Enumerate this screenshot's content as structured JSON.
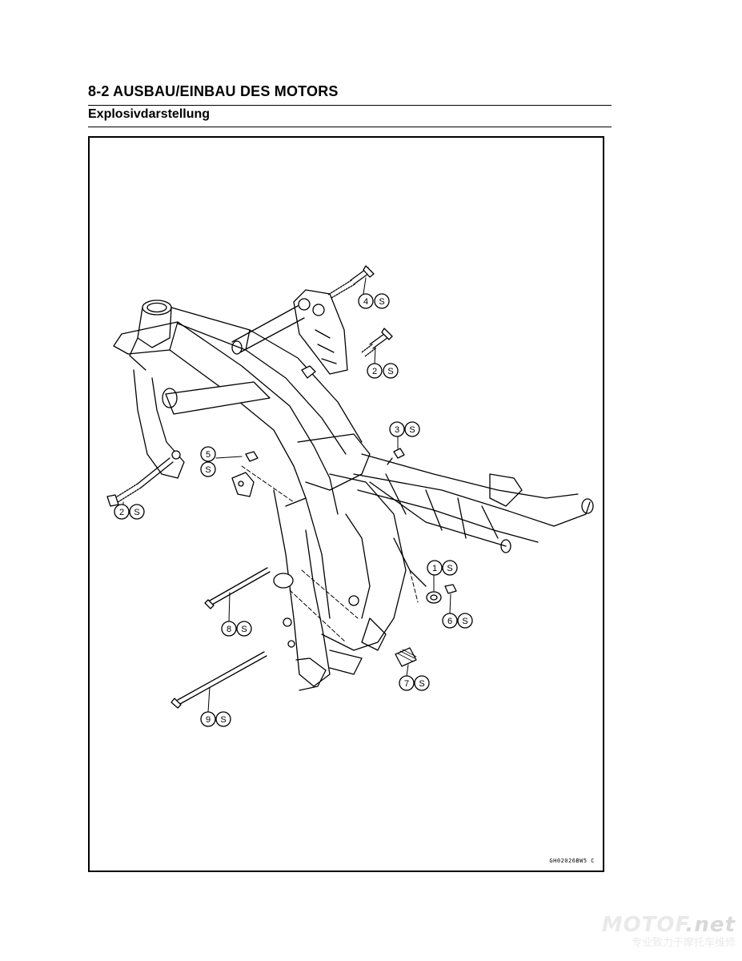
{
  "header": {
    "page_title": "8-2 AUSBAU/EINBAU DES MOTORS",
    "section_title": "Explosivdarstellung"
  },
  "figure": {
    "code": "GH02026BW5 C",
    "callouts": [
      {
        "num": "4",
        "sym": "S"
      },
      {
        "num": "2",
        "sym": "S"
      },
      {
        "num": "3",
        "sym": "S"
      },
      {
        "num": "5",
        "sym": "S"
      },
      {
        "num": "2",
        "sym": "S"
      },
      {
        "num": "1",
        "sym": "S"
      },
      {
        "num": "6",
        "sym": "S"
      },
      {
        "num": "8",
        "sym": "S"
      },
      {
        "num": "7",
        "sym": "S"
      },
      {
        "num": "9",
        "sym": "S"
      }
    ]
  },
  "watermark": {
    "logo_text": "MOTOF",
    "logo_suffix": ".net",
    "tagline": "专业致力于摩托车维修"
  }
}
